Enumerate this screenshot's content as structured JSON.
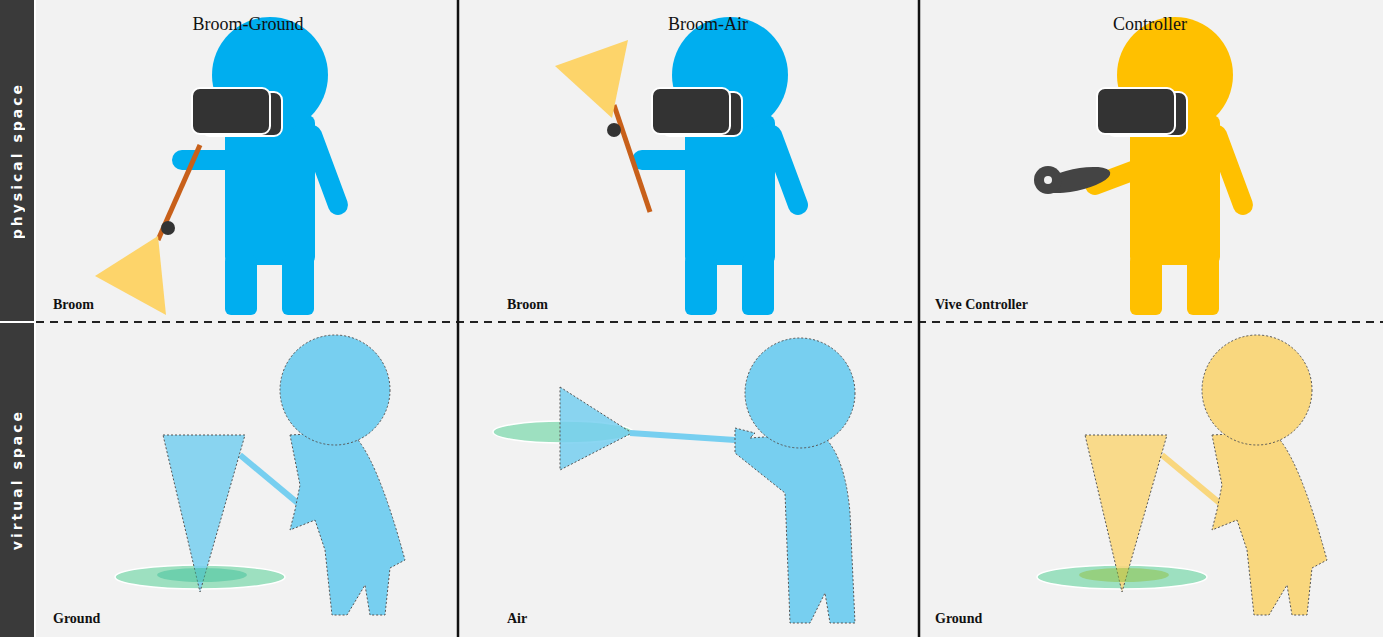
{
  "diagram": {
    "nodes": [
      {
        "text": [
          "physical space"
        ]
      },
      {
        "text": [
          "virtual space"
        ]
      }
    ],
    "labels": [
      "Broom-Ground",
      "Broom-Air",
      "Controller",
      "Broom",
      "Broom",
      "Vive Controller",
      "Ground",
      "Air",
      "Ground"
    ]
  }
}
